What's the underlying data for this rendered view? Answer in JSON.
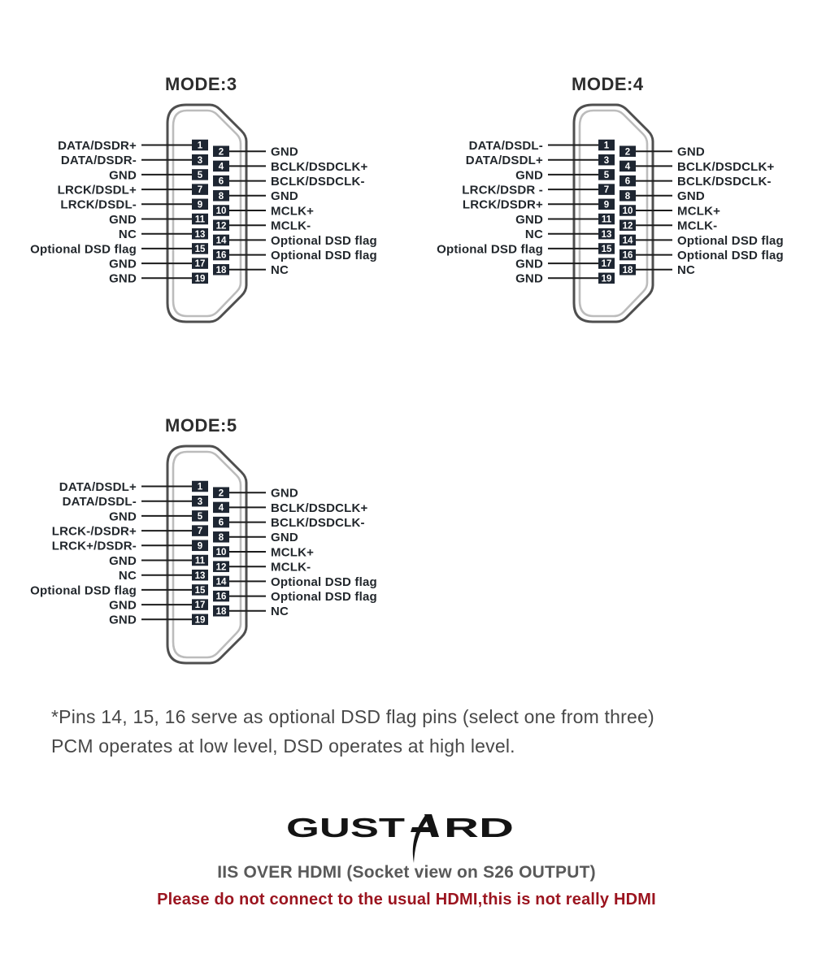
{
  "modes": [
    {
      "title": "MODE:3",
      "left_pins": [
        {
          "pin": "1",
          "label": "DATA/DSDR+"
        },
        {
          "pin": "3",
          "label": "DATA/DSDR-"
        },
        {
          "pin": "5",
          "label": "GND"
        },
        {
          "pin": "7",
          "label": "LRCK/DSDL+"
        },
        {
          "pin": "9",
          "label": "LRCK/DSDL-"
        },
        {
          "pin": "11",
          "label": "GND"
        },
        {
          "pin": "13",
          "label": "NC"
        },
        {
          "pin": "15",
          "label": "Optional DSD flag"
        },
        {
          "pin": "17",
          "label": "GND"
        },
        {
          "pin": "19",
          "label": "GND"
        }
      ],
      "right_pins": [
        {
          "pin": "2",
          "label": "GND"
        },
        {
          "pin": "4",
          "label": "BCLK/DSDCLK+"
        },
        {
          "pin": "6",
          "label": "BCLK/DSDCLK-"
        },
        {
          "pin": "8",
          "label": "GND"
        },
        {
          "pin": "10",
          "label": "MCLK+"
        },
        {
          "pin": "12",
          "label": "MCLK-"
        },
        {
          "pin": "14",
          "label": "Optional DSD flag"
        },
        {
          "pin": "16",
          "label": "Optional DSD flag"
        },
        {
          "pin": "18",
          "label": "NC"
        }
      ]
    },
    {
      "title": "MODE:4",
      "left_pins": [
        {
          "pin": "1",
          "label": "DATA/DSDL-"
        },
        {
          "pin": "3",
          "label": "DATA/DSDL+"
        },
        {
          "pin": "5",
          "label": "GND"
        },
        {
          "pin": "7",
          "label": "LRCK/DSDR -"
        },
        {
          "pin": "9",
          "label": "LRCK/DSDR+"
        },
        {
          "pin": "11",
          "label": "GND"
        },
        {
          "pin": "13",
          "label": "NC"
        },
        {
          "pin": "15",
          "label": "Optional DSD flag"
        },
        {
          "pin": "17",
          "label": "GND"
        },
        {
          "pin": "19",
          "label": "GND"
        }
      ],
      "right_pins": [
        {
          "pin": "2",
          "label": "GND"
        },
        {
          "pin": "4",
          "label": "BCLK/DSDCLK+"
        },
        {
          "pin": "6",
          "label": "BCLK/DSDCLK-"
        },
        {
          "pin": "8",
          "label": "GND"
        },
        {
          "pin": "10",
          "label": "MCLK+"
        },
        {
          "pin": "12",
          "label": "MCLK-"
        },
        {
          "pin": "14",
          "label": "Optional DSD flag"
        },
        {
          "pin": "16",
          "label": "Optional DSD flag"
        },
        {
          "pin": "18",
          "label": "NC"
        }
      ]
    },
    {
      "title": "MODE:5",
      "left_pins": [
        {
          "pin": "1",
          "label": "DATA/DSDL+"
        },
        {
          "pin": "3",
          "label": "DATA/DSDL-"
        },
        {
          "pin": "5",
          "label": "GND"
        },
        {
          "pin": "7",
          "label": "LRCK-/DSDR+"
        },
        {
          "pin": "9",
          "label": "LRCK+/DSDR-"
        },
        {
          "pin": "11",
          "label": "GND"
        },
        {
          "pin": "13",
          "label": "NC"
        },
        {
          "pin": "15",
          "label": "Optional DSD flag"
        },
        {
          "pin": "17",
          "label": "GND"
        },
        {
          "pin": "19",
          "label": "GND"
        }
      ],
      "right_pins": [
        {
          "pin": "2",
          "label": "GND"
        },
        {
          "pin": "4",
          "label": "BCLK/DSDCLK+"
        },
        {
          "pin": "6",
          "label": "BCLK/DSDCLK-"
        },
        {
          "pin": "8",
          "label": "GND"
        },
        {
          "pin": "10",
          "label": "MCLK+"
        },
        {
          "pin": "12",
          "label": "MCLK-"
        },
        {
          "pin": "14",
          "label": "Optional DSD flag"
        },
        {
          "pin": "16",
          "label": "Optional DSD flag"
        },
        {
          "pin": "18",
          "label": "NC"
        }
      ]
    }
  ],
  "footnote": {
    "line1": "*Pins 14, 15, 16 serve as optional DSD flag pins (select one from three)",
    "line2": "PCM operates at low level, DSD operates at high level."
  },
  "footer": {
    "brand_left": "GUST",
    "brand_right": "RD",
    "subtitle": "IIS OVER HDMI (Socket view on S26 OUTPUT)",
    "warning": "Please do not connect to the usual HDMI,this is not really HDMI"
  },
  "colors": {
    "pin_box": "#1e2632",
    "pin_number_text": "#ffffff",
    "lead_line": "#1c1c1c",
    "label_text": "#22272c",
    "title_text": "#2d2d2d",
    "shell_outer": "#4f4f4f",
    "shell_inner": "#bcbcbc",
    "brand_text": "#141414",
    "subtitle_gray": "#595959",
    "warning_red": "#9b141f"
  }
}
